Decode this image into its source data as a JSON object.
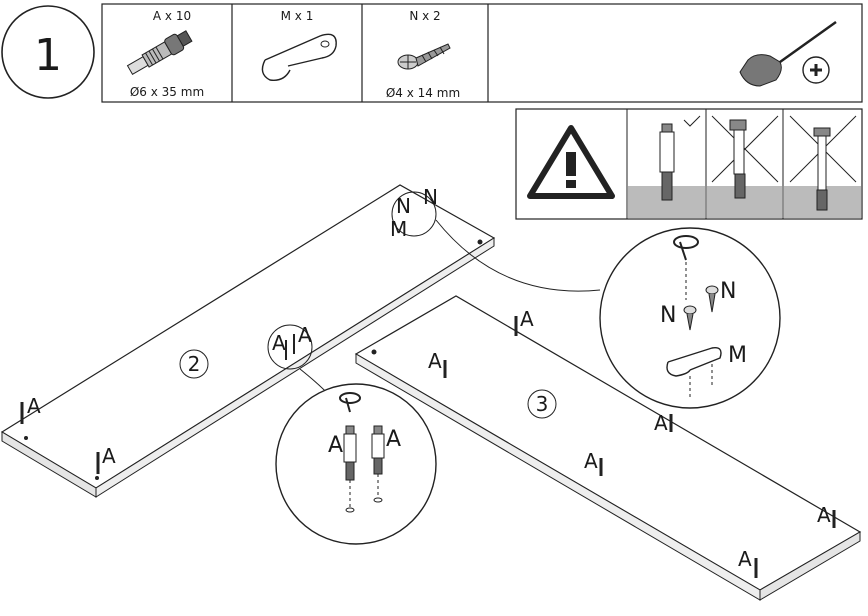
{
  "step": "1",
  "parts": [
    {
      "header": "A x 10",
      "footer": "Ø6 x 35 mm",
      "icon": "cam-dowel-icon"
    },
    {
      "header": "M x 1",
      "footer": "",
      "icon": "hook-bracket-icon"
    },
    {
      "header": "N x 2",
      "footer": "Ø4 x 14 mm",
      "icon": "screw-icon"
    }
  ],
  "tool": {
    "icon": "phillips-screwdriver-icon"
  },
  "warning": {
    "icon": "warning-triangle-icon",
    "panels": [
      "correct-insertion",
      "wrong-angle",
      "wrong-overdriven"
    ]
  },
  "panels": {
    "left": "2",
    "right": "3"
  },
  "hardware_labels": {
    "dowel": "A",
    "bracket": "M",
    "screw": "N"
  }
}
